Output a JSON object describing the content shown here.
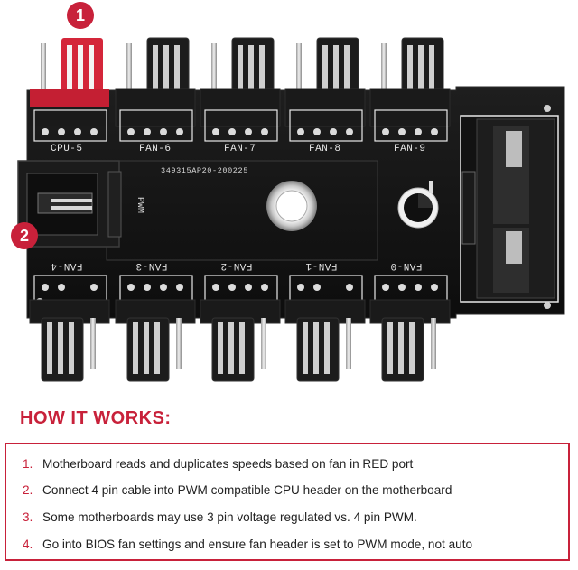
{
  "badges": [
    "1",
    "2"
  ],
  "board": {
    "top_headers": [
      "CPU-5",
      "FAN-6",
      "FAN-7",
      "FAN-8",
      "FAN-9"
    ],
    "bottom_headers": [
      "FAN-4",
      "FAN-3",
      "FAN-2",
      "FAN-1",
      "FAN-0"
    ],
    "serial": "349315AP20-200225",
    "pwm_label": "PWM"
  },
  "section": {
    "heading": "HOW IT WORKS:",
    "steps": [
      {
        "num": "1.",
        "text": "Motherboard reads and duplicates speeds based on fan in RED port"
      },
      {
        "num": "2.",
        "text": "Connect 4 pin cable into PWM compatible CPU header on the motherboard"
      },
      {
        "num": "3.",
        "text": "Some motherboards may use 3 pin voltage regulated vs. 4 pin PWM."
      },
      {
        "num": "4.",
        "text": "Go into BIOS fan settings and ensure fan header is set to PWM mode, not auto"
      }
    ]
  },
  "colors": {
    "accent": "#c8213a",
    "board": "#141414",
    "header_red": "#d4263a"
  }
}
